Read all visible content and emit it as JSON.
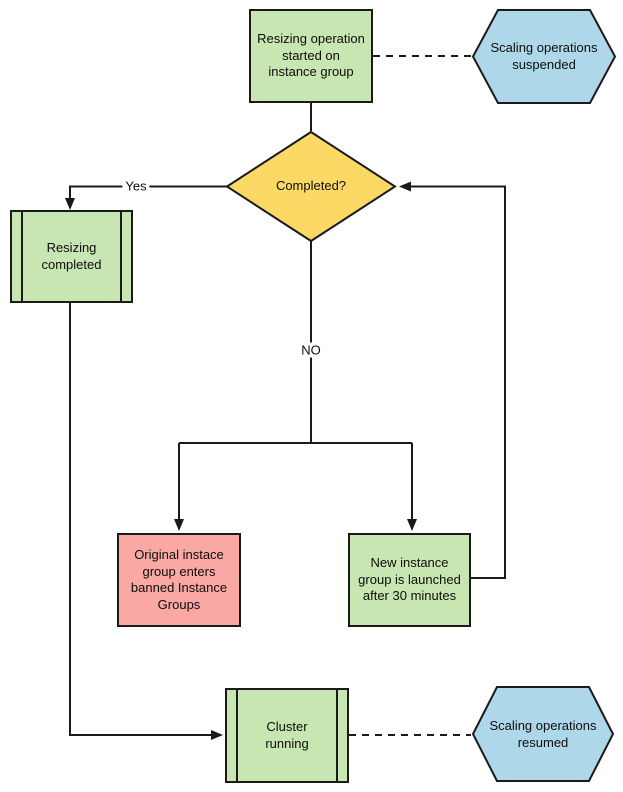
{
  "diagram": {
    "nodes": {
      "start": {
        "label": "Resizing operation\nstarted on\ninstance group"
      },
      "suspended": {
        "label": "Scaling operations\nsuspended"
      },
      "decision": {
        "label": "Completed?"
      },
      "resizing_completed": {
        "label": "Resizing\ncompleted"
      },
      "banned": {
        "label": "Original instace\ngroup enters\nbanned Instance\nGroups"
      },
      "new_instance": {
        "label": "New instance\ngroup is launched\nafter 30 minutes"
      },
      "cluster_running": {
        "label": "Cluster\nrunning"
      },
      "resumed": {
        "label": "Scaling operations\nresumed"
      }
    },
    "edge_labels": {
      "yes": "Yes",
      "no": "NO"
    }
  },
  "colors": {
    "process_green": "#c8e6b2",
    "hexagon_blue": "#aed7ea",
    "decision_yellow": "#fbd964",
    "alert_pink": "#f9a8a3",
    "stroke": "#1a1a1a"
  }
}
